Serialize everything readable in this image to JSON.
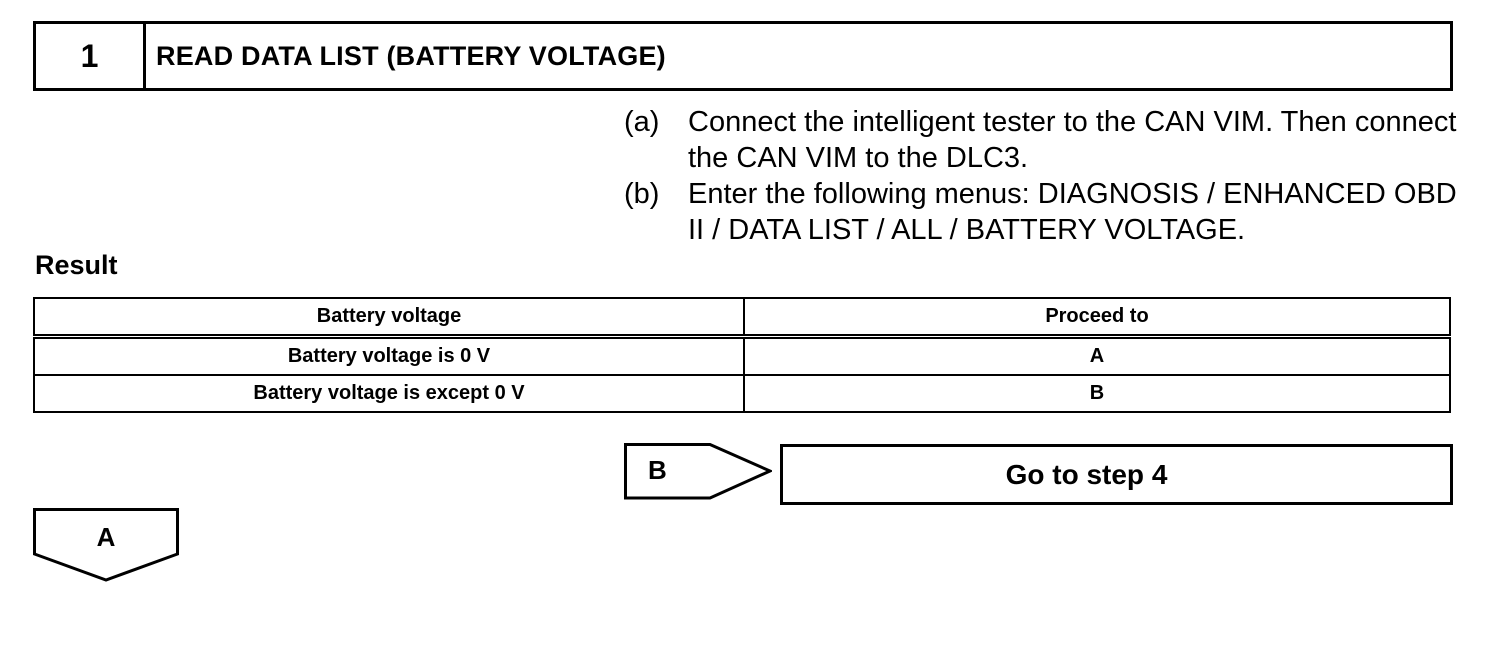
{
  "step": {
    "number": "1",
    "title": "READ DATA LIST (BATTERY VOLTAGE)"
  },
  "instructions": [
    {
      "label": "(a)",
      "text": "Connect the intelligent tester to the CAN VIM. Then connect the CAN VIM to the DLC3."
    },
    {
      "label": "(b)",
      "text": "Enter the following menus: DIAGNOSIS / ENHANCED OBD II / DATA LIST / ALL / BATTERY VOLTAGE."
    }
  ],
  "result": {
    "heading": "Result",
    "headers": [
      "Battery voltage",
      "Proceed to"
    ],
    "rows": [
      [
        "Battery voltage is 0 V",
        "A"
      ],
      [
        "Battery voltage is except 0 V",
        "B"
      ]
    ]
  },
  "flow": {
    "b_label": "B",
    "b_action": "Go to step 4",
    "a_label": "A"
  }
}
